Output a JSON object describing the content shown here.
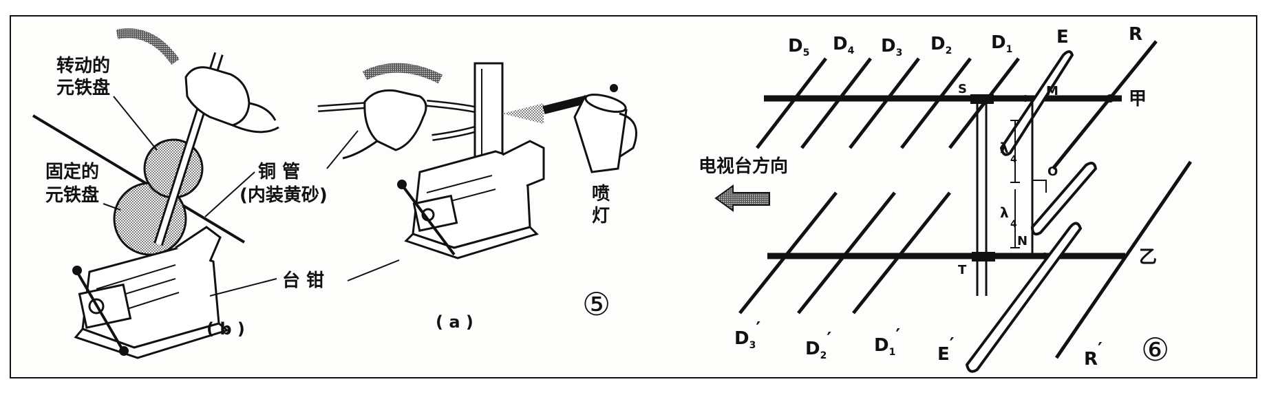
{
  "left_figure": {
    "rotating_disc_label_1": "转动的",
    "rotating_disc_label_2": "元铁盘",
    "fixed_disc_label_1": "固定的",
    "fixed_disc_label_2": "元铁盘",
    "copper_tube_label_1": "铜  管",
    "copper_tube_label_2": "(内装黄砂)",
    "vise_label": "台 钳",
    "torch_label_1": "喷",
    "torch_label_2": "灯",
    "panel_b_label": "( b )",
    "panel_a_label": "( a )",
    "figure_number": "⑤"
  },
  "right_figure": {
    "direction_label": "电视台方向",
    "figure_number": "⑥",
    "top_elements": [
      "D",
      "D",
      "D",
      "D",
      "D",
      "E",
      "R"
    ],
    "top_subscripts": [
      "5",
      "4",
      "3",
      "2",
      "1",
      "",
      ""
    ],
    "bottom_elements": [
      "D",
      "D",
      "D",
      "E",
      "R"
    ],
    "bottom_subscripts": [
      "3",
      "2",
      "1",
      "",
      ""
    ],
    "bottom_primes": [
      "′",
      "′",
      "′",
      "′",
      "′"
    ],
    "point_S": "S",
    "point_M": "M",
    "point_T": "T",
    "point_N": "N",
    "point_O": "O",
    "boom_top_end": "甲",
    "boom_bottom_end": "乙",
    "lambda_label_1": "λ",
    "lambda_label_2": "λ",
    "quarter_label_1": "4",
    "quarter_label_2": "4"
  },
  "colors": {
    "ink": "#111111",
    "paper": "#fdfdfb"
  }
}
